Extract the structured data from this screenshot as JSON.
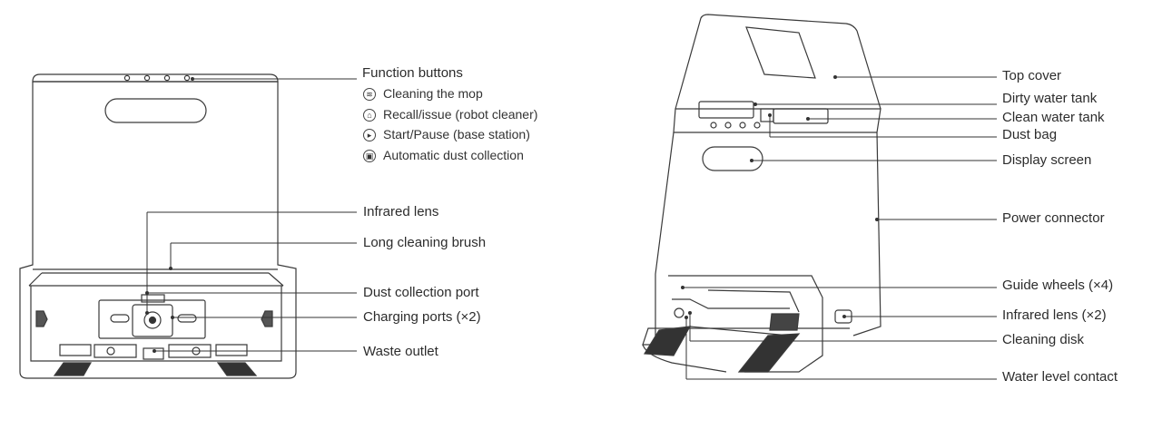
{
  "left_figure": {
    "labels": {
      "function_buttons": "Function buttons",
      "infrared_lens": "Infrared lens",
      "long_cleaning_brush": "Long cleaning brush",
      "dust_collection_port": "Dust collection port",
      "charging_ports": "Charging ports (×2)",
      "waste_outlet": "Waste outlet"
    },
    "function_items": [
      {
        "icon": "mop-icon",
        "text": "Cleaning the mop"
      },
      {
        "icon": "home-icon",
        "text": "Recall/issue (robot cleaner)"
      },
      {
        "icon": "play-pause-icon",
        "text": "Start/Pause (base station)"
      },
      {
        "icon": "dust-icon",
        "text": "Automatic dust collection"
      }
    ]
  },
  "right_figure": {
    "labels": {
      "top_cover": "Top cover",
      "dirty_water_tank": "Dirty water tank",
      "clean_water_tank": "Clean water tank",
      "dust_bag": "Dust bag",
      "display_screen": "Display screen",
      "power_connector": "Power connector",
      "guide_wheels": "Guide wheels (×4)",
      "infrared_lens_2": "Infrared lens (×2)",
      "cleaning_disk": "Cleaning disk",
      "water_level_contact": "Water level contact"
    }
  },
  "colors": {
    "line": "#333333",
    "accent_dark": "#2b2b2b",
    "background": "#ffffff"
  }
}
